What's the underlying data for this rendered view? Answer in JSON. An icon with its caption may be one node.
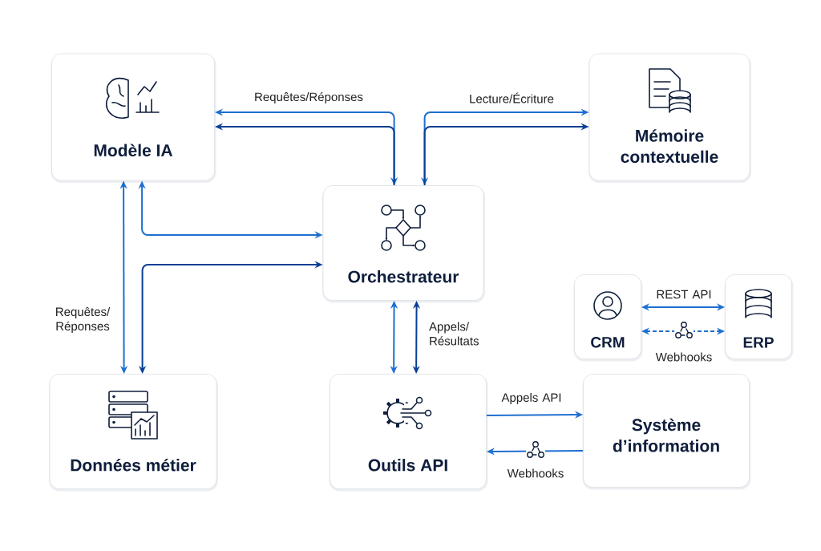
{
  "diagram": {
    "nodes": [
      {
        "text": [
          "Modèle IA"
        ]
      },
      {
        "text": [
          "Mémoire contextuelle"
        ]
      },
      {
        "text": [
          "Orchestrateur"
        ]
      },
      {
        "text": [
          "CRM"
        ]
      },
      {
        "text": [
          "ERP"
        ]
      },
      {
        "text": [
          "Données métier"
        ]
      },
      {
        "text": [
          "Outils API"
        ]
      },
      {
        "text": [
          "Système d’information"
        ]
      }
    ],
    "edges": [
      {
        "from": 0,
        "to": 2,
        "arrow": "both",
        "label": "Requêtes/Réponses"
      },
      {
        "from": 2,
        "to": 0,
        "arrow": "to",
        "color": "#0b3f94"
      },
      {
        "from": 2,
        "to": 1,
        "arrow": "both",
        "label": "Lecture/Écriture"
      },
      {
        "from": 2,
        "to": 1,
        "arrow": "to",
        "color": "#0b3f94"
      },
      {
        "from": 0,
        "to": 5,
        "arrow": "both",
        "label": "Requêtes/ Réponses"
      },
      {
        "from": 0,
        "to": 2,
        "arrow": "both"
      },
      {
        "from": 5,
        "to": 2,
        "arrow": "both",
        "color": "#0b3f94"
      },
      {
        "from": 2,
        "to": 6,
        "arrow": "both"
      },
      {
        "from": 2,
        "to": 6,
        "arrow": "both",
        "color": "#0b3f94",
        "label": "Appels/ Résultats"
      },
      {
        "from": 6,
        "to": 7,
        "arrow": "to",
        "label": "Appels API"
      },
      {
        "from": 7,
        "to": 6,
        "arrow": "to",
        "label": "Webhooks"
      },
      {
        "from": 3,
        "to": 4,
        "arrow": "both",
        "label": "REST API"
      },
      {
        "from": 3,
        "to": 4,
        "arrow": "both",
        "style": "dashed",
        "label": "Webhooks"
      }
    ]
  }
}
